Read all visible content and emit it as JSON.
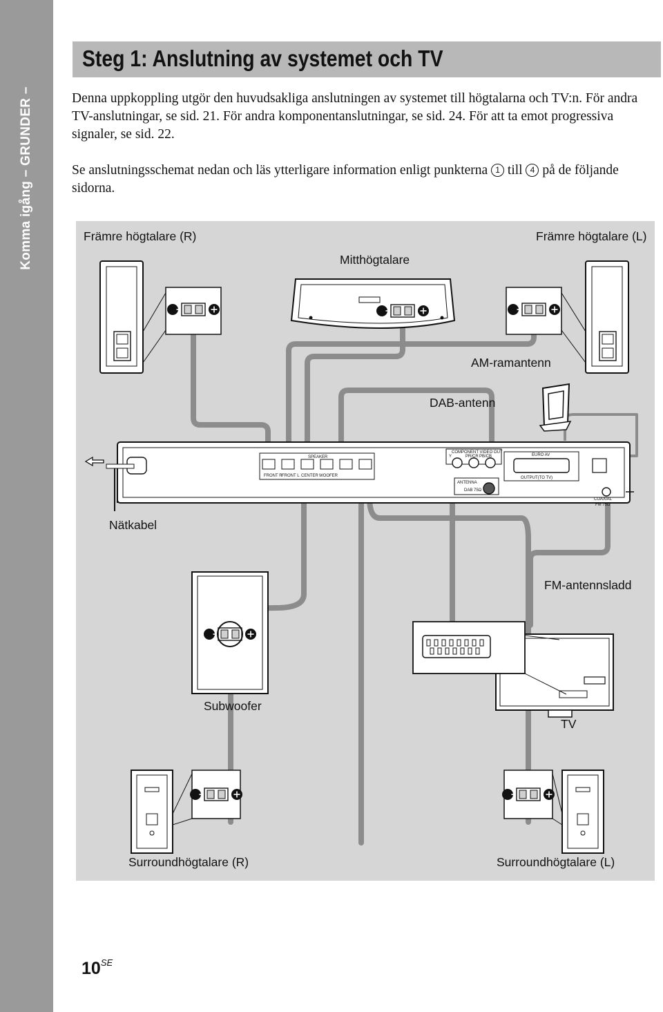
{
  "sidebar": {
    "text": "Komma igång – GRUNDER –"
  },
  "header": {
    "title": "Steg 1: Anslutning av systemet och TV"
  },
  "intro": {
    "p1": "Denna uppkoppling utgör den huvudsakliga anslutningen av systemet till högtalarna och TV:n. För andra TV-anslutningar, se sid. 21. För andra komponentanslutningar, se sid. 24. För att ta emot progressiva signaler, se sid. 22.",
    "p2_before": "Se anslutningsschemat nedan och läs ytterligare information enligt punkterna",
    "step_first": "1",
    "p2_mid": "till",
    "step_last": "4",
    "p2_after": "på de följande sidorna."
  },
  "diagram": {
    "labels": {
      "front_r": "Främre högtalare (R)",
      "front_l": "Främre högtalare (L)",
      "center": "Mitthögtalare",
      "am": "AM-ramantenn",
      "dab": "DAB-antenn",
      "mains": "Nätkabel",
      "fm": "FM-antennsladd",
      "subwoofer": "Subwoofer",
      "tv": "TV",
      "surround_r": "Surroundhögtalare (R)",
      "surround_l": "Surroundhögtalare (L)"
    },
    "panel": {
      "speaker": "SPEAKER",
      "front_r": "FRONT R",
      "front_l": "FRONT L",
      "center": "CENTER",
      "woofer": "WOOFER",
      "component_video": "COMPONENT VIDEO OUT",
      "pr": "PR/CR",
      "pb": "PB/CB",
      "y": "Y",
      "euro_av": "EURO AV",
      "output": "OUTPUT(TO TV)",
      "antenna": "ANTENNA",
      "dab": "DAB 75Ω",
      "coaxial": "COAXIAL",
      "fm": "FM 75Ω"
    }
  },
  "footer": {
    "page_number": "10",
    "page_suffix": "SE"
  }
}
